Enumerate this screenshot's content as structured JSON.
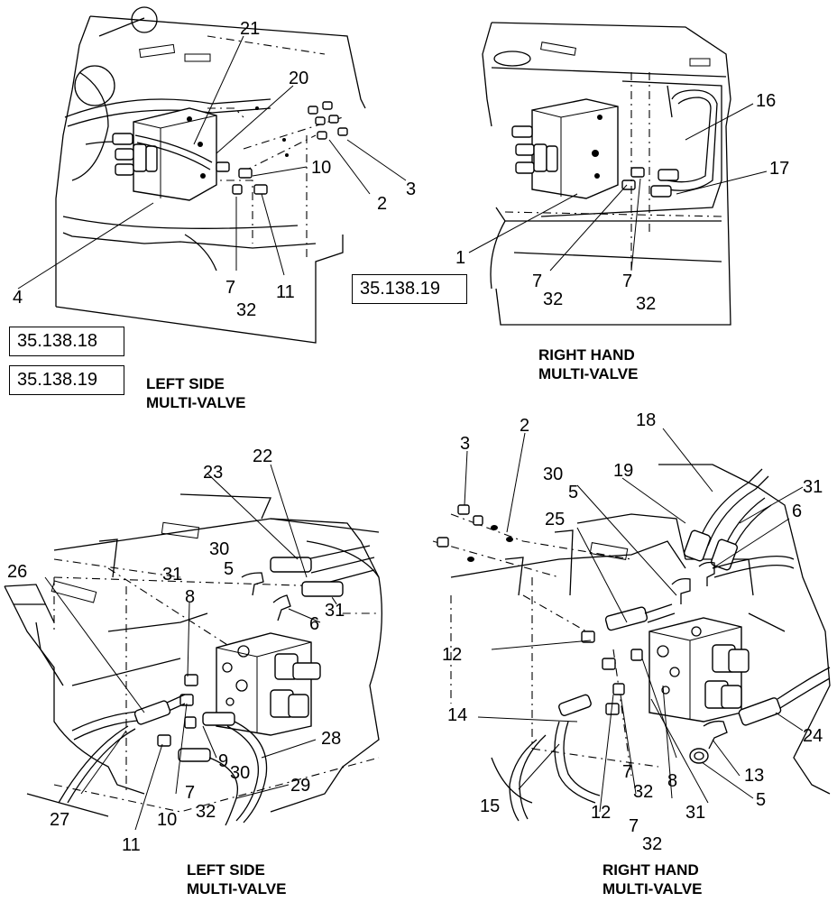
{
  "panels": [
    {
      "id": "top-left",
      "ref_links": [
        "35.138.18",
        "35.138.19"
      ],
      "caption": [
        "LEFT SIDE",
        "MULTI-VALVE"
      ],
      "callouts": [
        "21",
        "20",
        "10",
        "3",
        "2",
        "4",
        "7",
        "32",
        "11"
      ]
    },
    {
      "id": "top-right",
      "ref_links": [
        "35.138.19"
      ],
      "caption": [
        "RIGHT HAND",
        "MULTI-VALVE"
      ],
      "callouts": [
        "16",
        "17",
        "1",
        "7",
        "32",
        "7",
        "32"
      ]
    },
    {
      "id": "bottom-left",
      "caption": [
        "LEFT SIDE",
        "MULTI-VALVE"
      ],
      "callouts": [
        "22",
        "23",
        "30",
        "31",
        "5",
        "26",
        "8",
        "31",
        "6",
        "28",
        "9",
        "30",
        "29",
        "7",
        "32",
        "27",
        "10",
        "11"
      ]
    },
    {
      "id": "bottom-right",
      "caption": [
        "RIGHT HAND",
        "MULTI-VALVE"
      ],
      "callouts": [
        "3",
        "2",
        "18",
        "30",
        "19",
        "5",
        "31",
        "25",
        "6",
        "12",
        "14",
        "24",
        "13",
        "7",
        "32",
        "8",
        "5",
        "15",
        "12",
        "31",
        "7",
        "32"
      ]
    }
  ]
}
